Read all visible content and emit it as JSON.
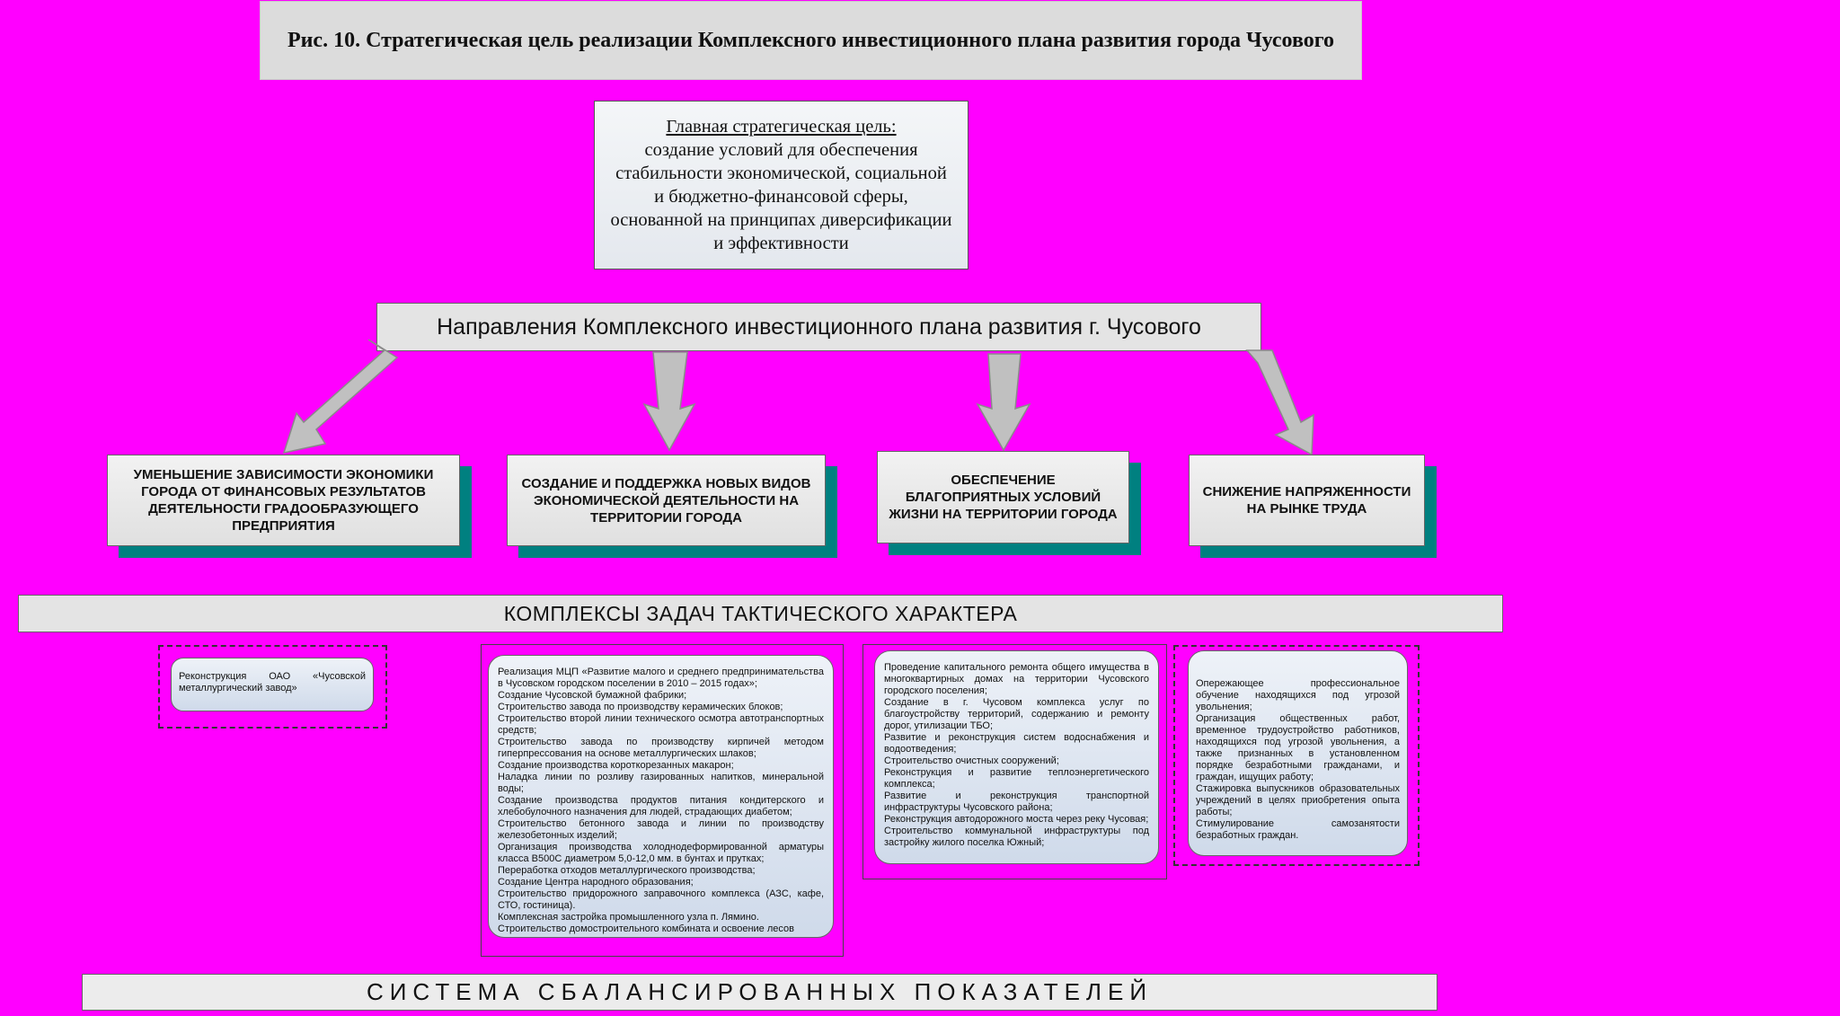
{
  "title": "Рис. 10. Стратегическая цель реализации Комплексного инвестиционного плана развития города Чусового",
  "goal": {
    "heading": "Главная стратегическая цель:",
    "lines": [
      "создание условий для обеспечения",
      "стабильности экономической, социальной",
      "и бюджетно-финансовой сферы,",
      "основанной на принципах диверсификации",
      "и эффективности"
    ]
  },
  "directions_title": "Направления Комплексного инвестиционного плана развития г. Чусового",
  "directions": [
    "УМЕНЬШЕНИЕ ЗАВИСИМОСТИ ЭКОНОМИКИ ГОРОДА ОТ ФИНАНСОВЫХ РЕЗУЛЬТАТОВ ДЕЯТЕЛЬНОСТИ ГРАДООБРАЗУЮЩЕГО ПРЕДПРИЯТИЯ",
    "СОЗДАНИЕ И ПОДДЕРЖКА НОВЫХ ВИДОВ ЭКОНОМИЧЕСКОЙ ДЕЯТЕЛЬНОСТИ НА ТЕРРИТОРИИ ГОРОДА",
    "ОБЕСПЕЧЕНИЕ БЛАГОПРИЯТНЫХ УСЛОВИЙ ЖИЗНИ НА ТЕРРИТОРИИ ГОРОДА",
    "СНИЖЕНИЕ НАПРЯЖЕННОСТИ НА РЫНКЕ ТРУДА"
  ],
  "tactics_title": "КОМПЛЕКСЫ ЗАДАЧ ТАКТИЧЕСКОГО ХАРАКТЕРА",
  "tasks": [
    [
      "Реконструкция ОАО «Чусовской металлургический завод»"
    ],
    [
      "Реализация МЦП «Развитие малого и среднего предпринимательства в Чусовском городском поселении в 2010 – 2015 годах»;",
      "Создание Чусовской бумажной фабрики;",
      "Строительство завода по производству керамических блоков;",
      "Строительство второй линии технического осмотра автотранспортных средств;",
      "Строительство завода по производству кирпичей методом гиперпрессования на основе металлургических шлаков;",
      "Создание производства короткорезанных макарон;",
      "Наладка линии по розливу газированных напитков, минеральной воды;",
      "Создание производства продуктов питания кондитерского и хлебобулочного назначения для людей, страдающих диабетом;",
      "Строительство бетонного завода и линии по производству железобетонных изделий;",
      "Организация производства холоднодеформированной арматуры класса В500С диаметром 5,0-12,0 мм. в бунтах и прутках;",
      "Переработка отходов металлургического производства;",
      "Создание Центра народного образования;",
      "Строительство придорожного заправочного комплекса (АЗС, кафе, СТО, гостиница).",
      "Комплексная застройка промышленного узла п. Лямино.",
      "Строительство домостроительного комбината и освоение лесов"
    ],
    [
      "Проведение капитального ремонта общего имущества в многоквартирных домах на территории Чусовского городского поселения;",
      "Создание в г. Чусовом комплекса услуг по благоустройству территорий, содержанию и ремонту дорог, утилизации ТБО;",
      "Развитие и реконструкция систем водоснабжения и водоотведения;",
      "Строительство очистных сооружений;",
      "Реконструкция и развитие теплоэнергетического комплекса;",
      "Развитие и реконструкция транспортной инфраструктуры Чусовского района;",
      "Реконструкция автодорожного моста через реку Чусовая;",
      "Строительство коммунальной инфраструктуры под застройку жилого поселка Южный;"
    ],
    [
      "Опережающее профессиональное обучение находящихся под угрозой увольнения;",
      "Организация общественных работ, временное трудоустройство работников, находящихся под угрозой увольнения, а также признанных в установленном порядке безработными гражданами, и граждан, ищущих работу;",
      "Стажировка выпускников образовательных учреждений в целях приобретения опыта работы;",
      "Стимулирование самозанятости безработных граждан."
    ]
  ],
  "bottom_title": "СИСТЕМА СБАЛАНСИРОВАННЫХ ПОКАЗАТЕЛЕЙ",
  "colors": {
    "background": "#ff00ff",
    "shadow": "#008080",
    "arrow": "#c0c0c0",
    "task_card": "#d4deec"
  }
}
